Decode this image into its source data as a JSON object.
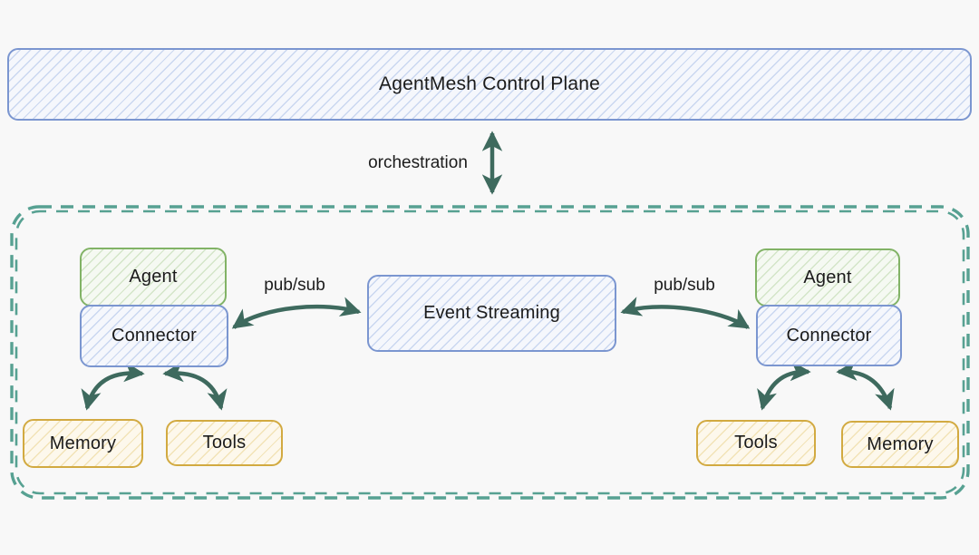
{
  "diagram": {
    "nodes": {
      "control_plane": "AgentMesh Control Plane",
      "event_streaming": "Event Streaming",
      "left_agent": "Agent",
      "left_connector": "Connector",
      "left_memory": "Memory",
      "left_tools": "Tools",
      "right_agent": "Agent",
      "right_connector": "Connector",
      "right_tools": "Tools",
      "right_memory": "Memory"
    },
    "edge_labels": {
      "orchestration": "orchestration",
      "pubsub_left": "pub/sub",
      "pubsub_right": "pub/sub"
    },
    "colors": {
      "background": "#f8f8f8",
      "blue_border": "#7b96d0",
      "blue_hatch": "#cad7f0",
      "green_border": "#82b366",
      "green_hatch": "#d3e5c8",
      "yellow_border": "#d2aa41",
      "yellow_hatch": "#f2e3b7",
      "arrow": "#3e6a5e",
      "cluster_dash": "#57a192",
      "text": "#1b1b1b"
    }
  }
}
